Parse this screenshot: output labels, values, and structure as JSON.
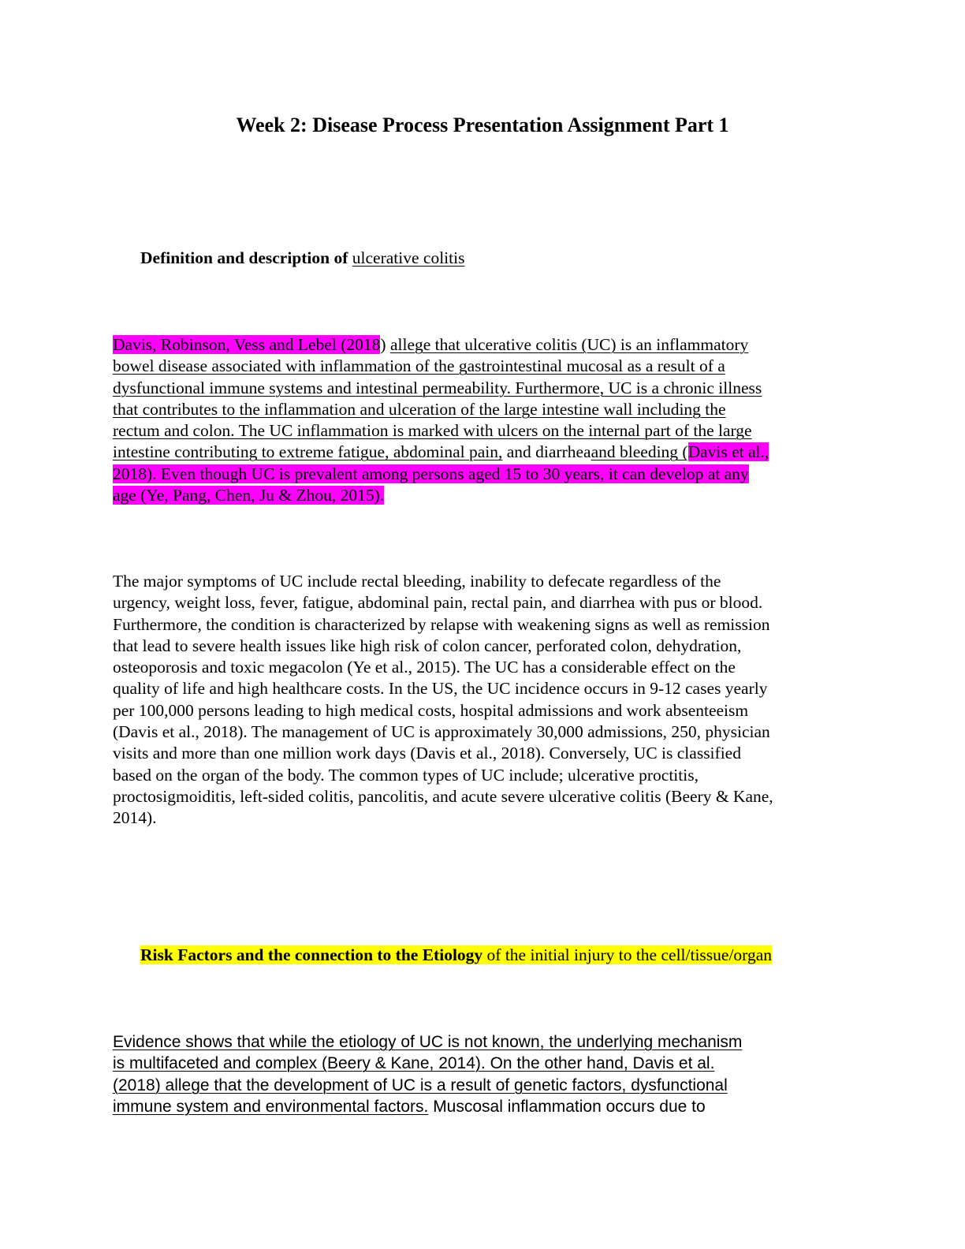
{
  "document": {
    "title": "Week 2: Disease Process Presentation Assignment Part 1",
    "section1": {
      "heading_bold": "Definition and description of",
      "heading_underlined": "ulcerative colitis",
      "paragraph1": {
        "l1_highlight": "Davis, Robinson, Vess and Lebel (2018",
        "l1_plain": ")",
        "l1_underlined": "allege that ulcerative colitis (UC) is an inflammatory",
        "l2": "bowel disease associated with inflammation of the gastrointestinal mucosal as a result of a",
        "l3": "dysfunctional immune systems and intestinal permeability. Furthermore, UC is a chronic illness",
        "l4": "that contributes to the inflammation and ulceration of the large intestine wall including the",
        "l5": "rectum and colon. The UC inflammation is marked with ulcers on the internal part of the large",
        "l6_underlined": "intestine contributing to extreme fatigue, abdominal pain,",
        "l6_plain": "and diarrhea",
        "l6_underlined2": "and bleeding (",
        "l6_highlight": "Davis et al.,",
        "l7_highlight": "2018). Even though UC is prevalent among persons aged 15 to 30 years, it can develop at any",
        "l8_highlight": "age (Ye, Pang, Chen, Ju & Zhou, 2015)."
      },
      "paragraph2": [
        "The major symptoms of UC include rectal bleeding, inability to defecate regardless of the",
        "urgency, weight loss, fever, fatigue, abdominal pain, rectal pain, and diarrhea with pus or blood.",
        "Furthermore, the condition is characterized by relapse with weakening signs as well as remission",
        "that lead to severe health issues like high risk of colon cancer, perforated colon, dehydration,",
        "osteoporosis and toxic megacolon (Ye et al., 2015). The UC has a considerable effect on the",
        "quality of life and high healthcare costs. In the US, the UC incidence occurs in 9-12 cases yearly",
        "per 100,000 persons leading to high medical costs, hospital admissions and work absenteeism",
        "(Davis et al., 2018). The management of UC is approximately 30,000 admissions, 250, physician",
        "visits and more than one million work days (Davis et al., 2018). Conversely, UC is classified",
        "based on the organ of the body. The common types of UC include; ulcerative proctitis,",
        "proctosigmoiditis, left-sided colitis, pancolitis, and acute severe ulcerative colitis (Beery & Kane,",
        "2014)."
      ]
    },
    "section2": {
      "heading_bold": "Risk Factors and the connection to the Etiology",
      "heading_plain": "of the initial injury to the cell/tissue/organ",
      "paragraph3": {
        "l1": "Evidence shows that while the etiology of UC is not known, the underlying mechanism",
        "l2": "is multifaceted and complex (Beery & Kane, 2014). On the other hand, Davis et al.",
        "l3": "(2018) allege that the development of UC is a result of genetic factors, dysfunctional",
        "l4_underlined": "immune system and environmental factors.",
        "l4_plain": "Muscosal inflammation occurs due to"
      }
    }
  }
}
